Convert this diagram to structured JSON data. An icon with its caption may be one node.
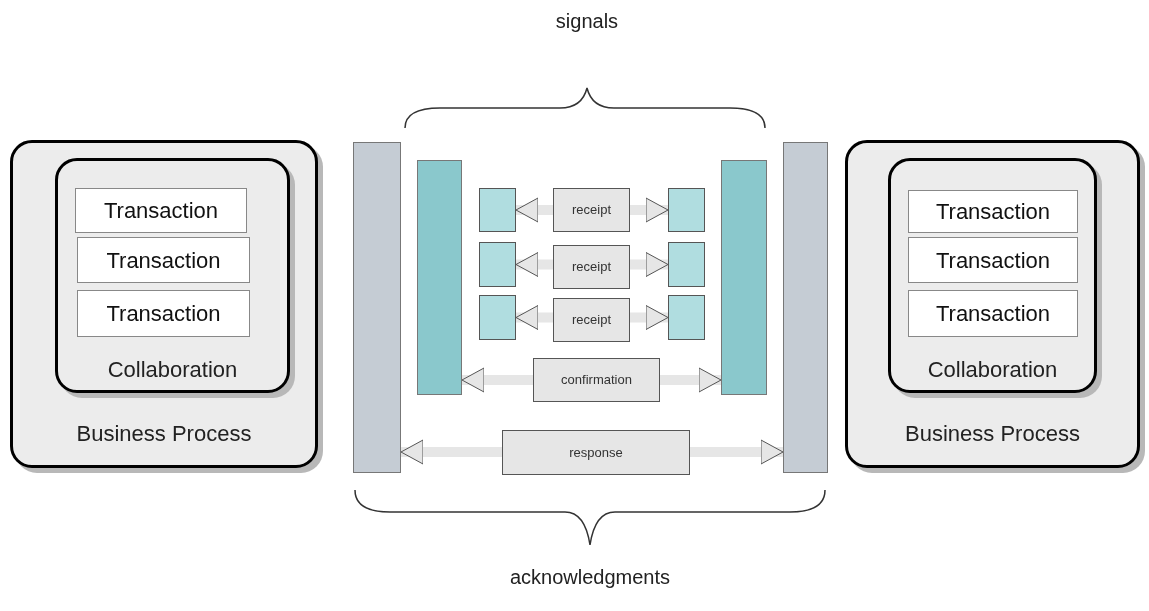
{
  "diagram": {
    "nodes": [
      {
        "text": [
          "Business Process"
        ]
      },
      {
        "text": [
          "Collaboration"
        ],
        "in": 0
      },
      {
        "text": [
          "Transaction"
        ],
        "in": 1
      },
      {
        "text": [
          "Transaction"
        ],
        "in": 1
      },
      {
        "text": [
          "Transaction"
        ],
        "in": 1
      },
      {
        "text": [],
        "shape": "bar"
      },
      {
        "text": [],
        "shape": "bar"
      },
      {
        "text": [],
        "shape": "box"
      },
      {
        "text": [],
        "shape": "box"
      },
      {
        "text": [],
        "shape": "box"
      },
      {
        "text": [],
        "shape": "box"
      },
      {
        "text": [],
        "shape": "box"
      },
      {
        "text": [],
        "shape": "box"
      },
      {
        "text": [],
        "shape": "bar"
      },
      {
        "text": [],
        "shape": "bar"
      },
      {
        "text": [
          "Business Process"
        ]
      },
      {
        "text": [
          "Collaboration"
        ],
        "in": 15
      },
      {
        "text": [
          "Transaction"
        ],
        "in": 16
      },
      {
        "text": [
          "Transaction"
        ],
        "in": 16
      },
      {
        "text": [
          "Transaction"
        ],
        "in": 16
      }
    ],
    "edges": [
      {
        "from": 7,
        "to": 8,
        "arrow": "both",
        "label": "receipt"
      },
      {
        "from": 9,
        "to": 10,
        "arrow": "both",
        "label": "receipt"
      },
      {
        "from": 11,
        "to": 12,
        "arrow": "both",
        "label": "receipt"
      },
      {
        "from": 6,
        "to": 13,
        "arrow": "both",
        "label": "confirmation"
      },
      {
        "from": 5,
        "to": 14,
        "arrow": "both",
        "label": "response"
      }
    ],
    "labels": [
      "signals",
      "acknowledgments"
    ]
  }
}
